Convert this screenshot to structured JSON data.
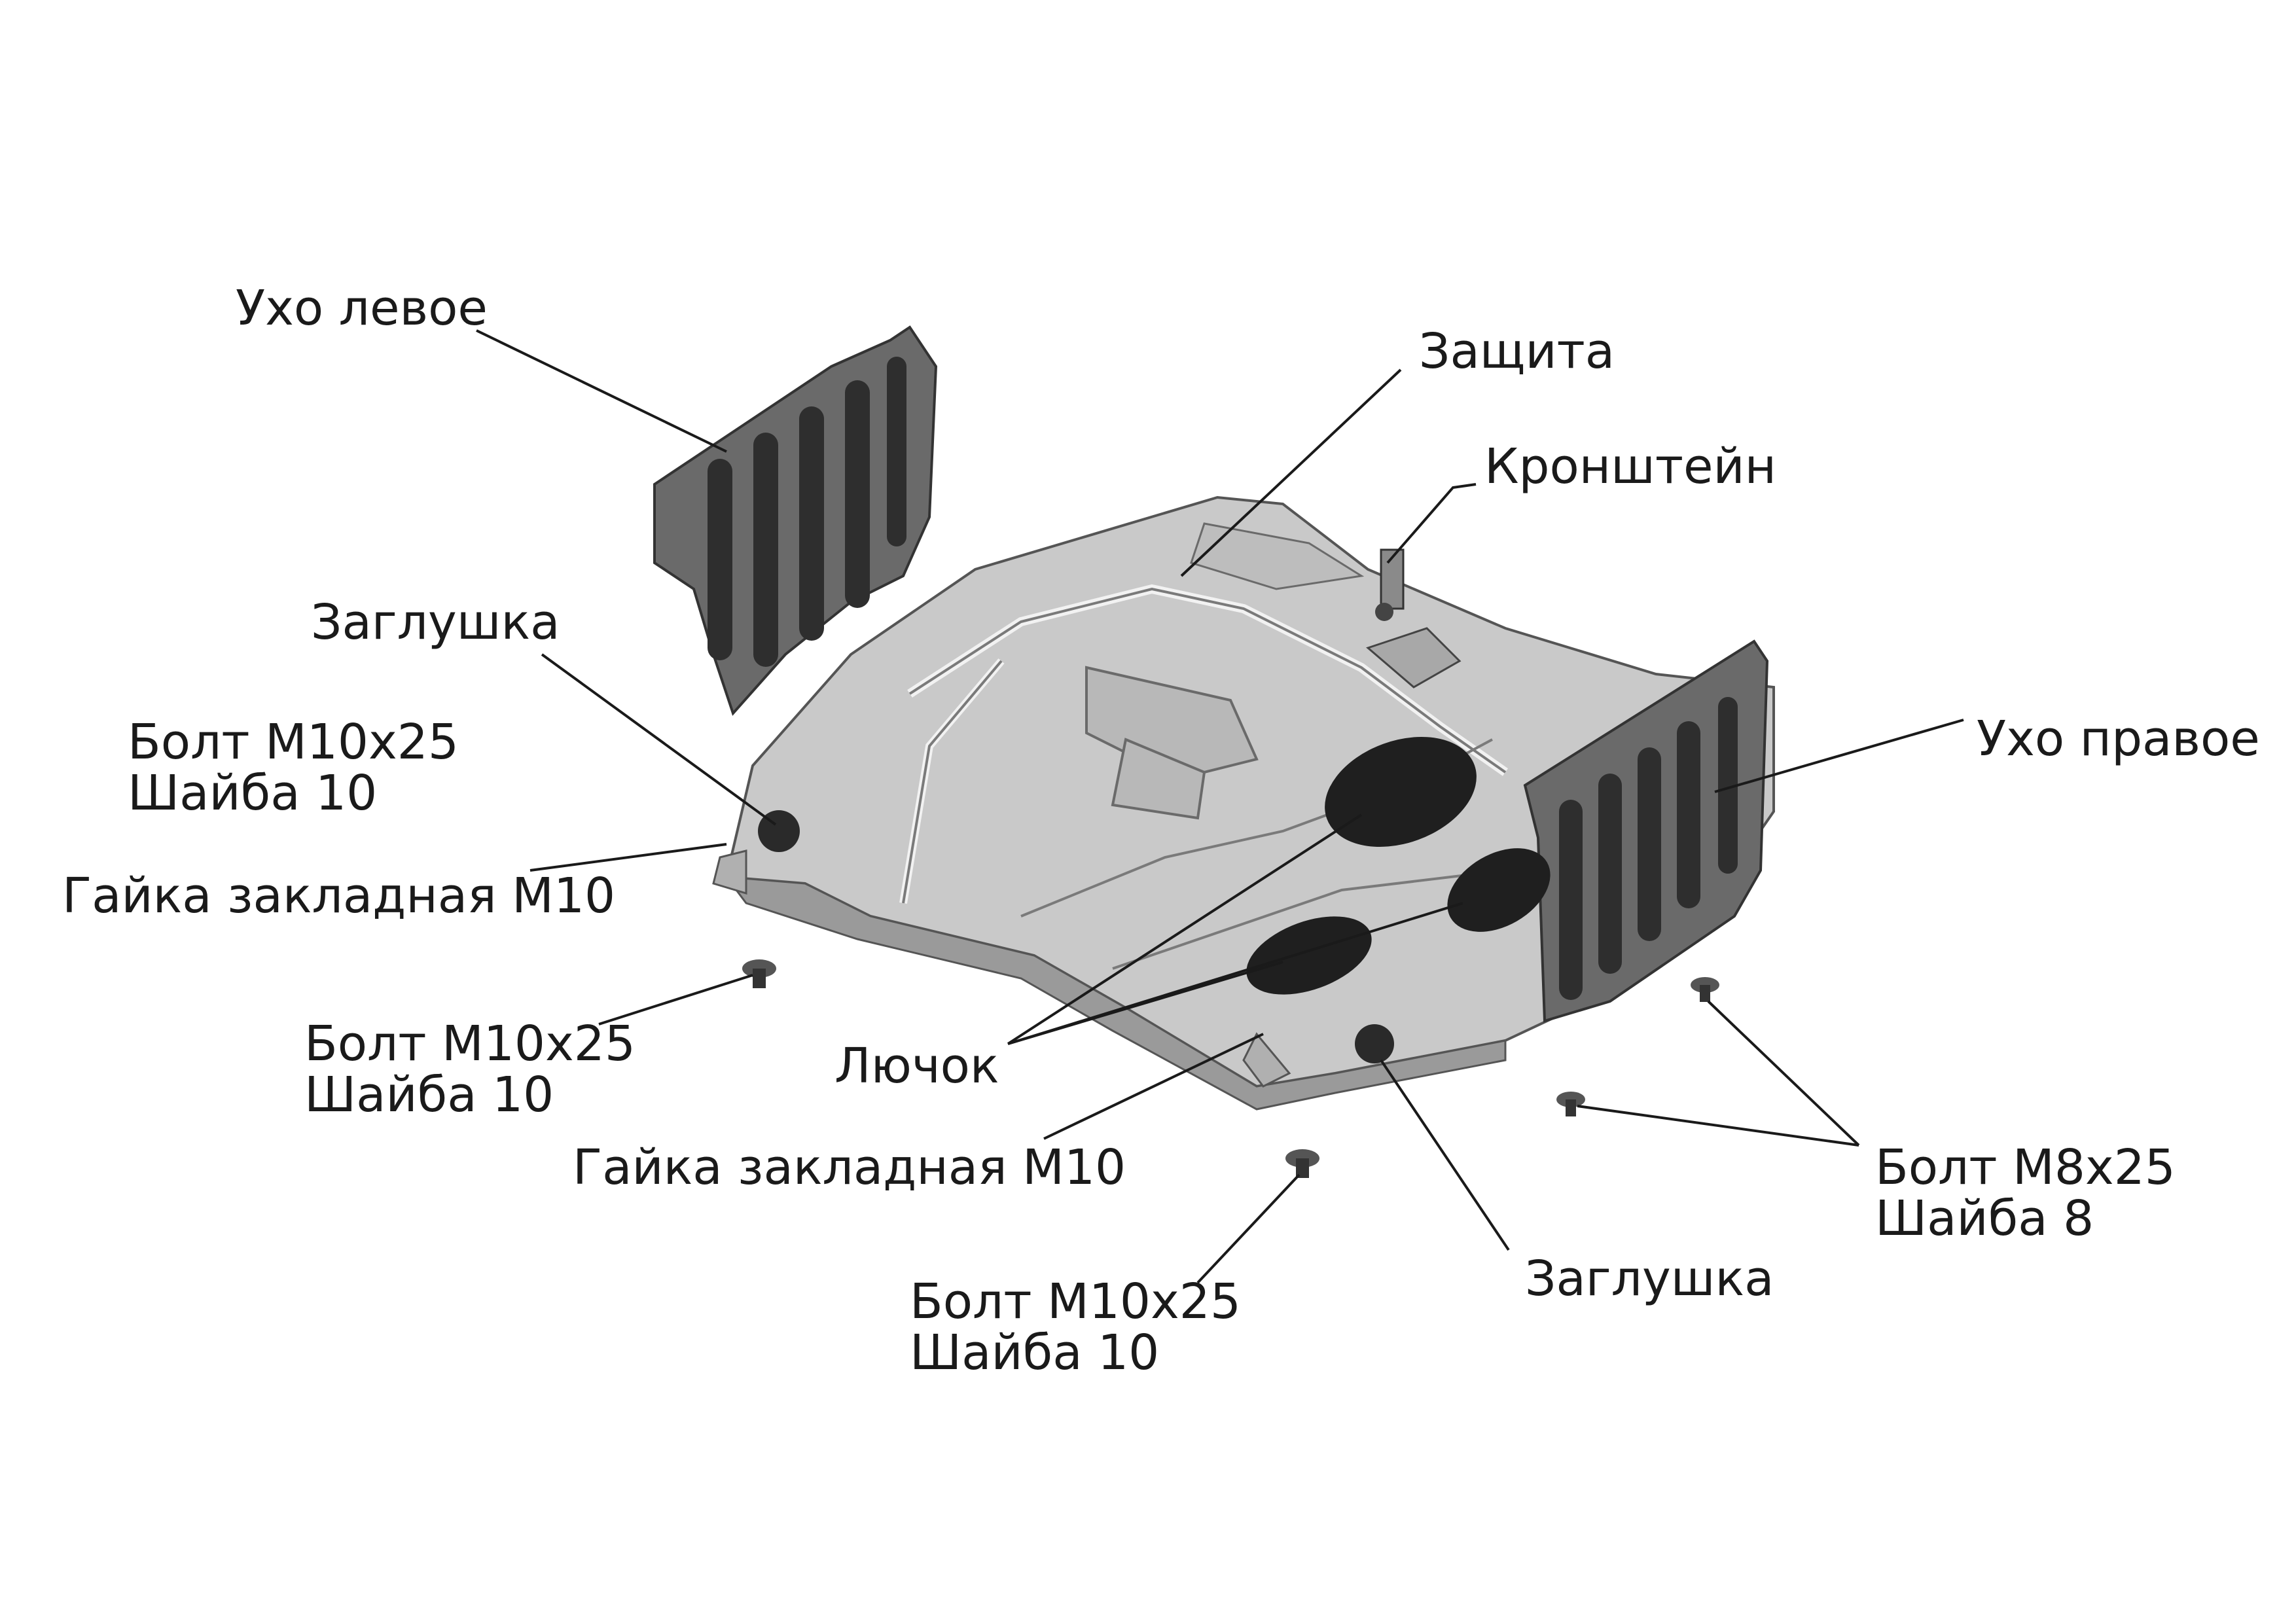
{
  "labels": {
    "ukho_levoe": "Ухо левое",
    "zashchita": "Защита",
    "kronshtein": "Кронштейн",
    "zaglushka_left": "Заглушка",
    "bolt_left_top_1": "Болт М10х25",
    "bolt_left_top_2": "Шайба 10",
    "gaika_left": "Гайка закладная М10",
    "ukho_pravoe": "Ухо правое",
    "bolt_mid_1": "Болт М10х25",
    "bolt_mid_2": "Шайба 10",
    "lyuchok": "Лючок",
    "gaika_center": "Гайка закладная М10",
    "bolt_bottom_1": "Болт М10х25",
    "bolt_bottom_2": "Шайба 10",
    "zaglushka_bottom": "Заглушка",
    "bolt_m8_1": "Болт М8х25",
    "bolt_m8_2": "Шайба 8"
  },
  "colors": {
    "plate_fill": "#c9c9c9",
    "plate_shadow": "#9a9a9a",
    "ear_fill": "#6a6a6a",
    "rib_fill": "#2e2e2e",
    "hatch_fill": "#1f1f1f",
    "leader_line": "#1a1a1a",
    "text": "#1a1a1a"
  }
}
